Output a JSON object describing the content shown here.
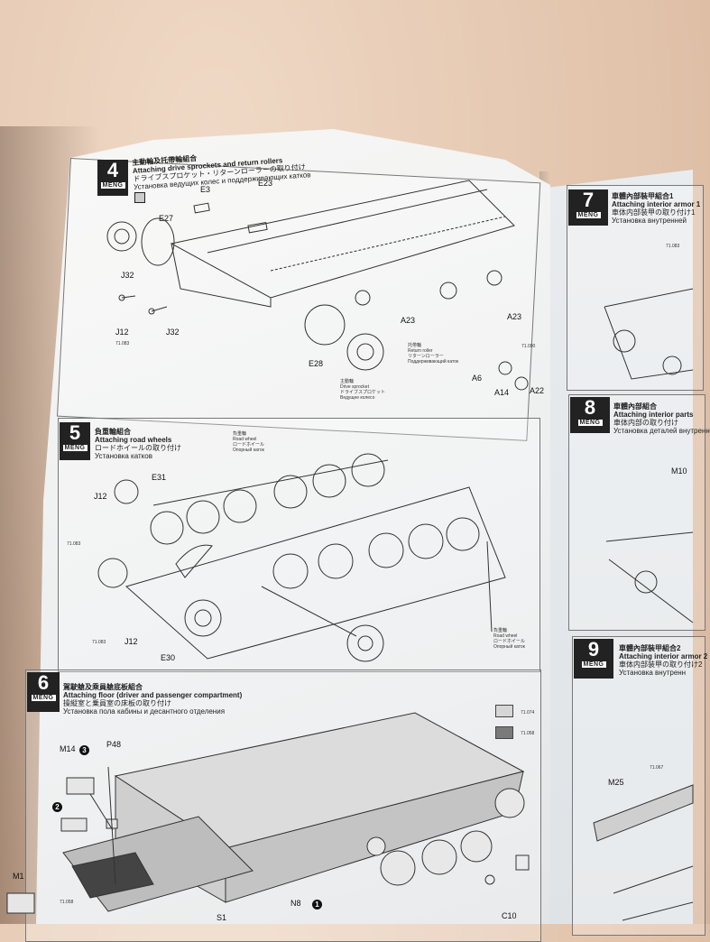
{
  "step4": {
    "number": "4",
    "brand": "MENG",
    "title_cjk": "主動輪及托帶輪組合",
    "title_en": "Attaching drive sprockets and return rollers",
    "title_jp": "ドライブスプロケット・リターンローラーの取り付け",
    "title_ru": "Установка ведущих колес и поддерживающих катков",
    "labels": {
      "e3": "E3",
      "e23": "E23",
      "e27": "E27",
      "j32a": "J32",
      "j32b": "J32",
      "j12": "J12",
      "e28": "E28",
      "a23a": "A23",
      "a23b": "A23",
      "a6": "A6",
      "a14": "A14",
      "a22": "A22"
    },
    "drive_sprocket_cjk": "主動輪",
    "drive_sprocket_en": "Drive sprocket",
    "drive_sprocket_jp": "ドライブスプロケット",
    "drive_sprocket_ru": "Ведущее колесо",
    "return_roller_cjk": "托帶輪",
    "return_roller_en": "Return roller",
    "return_roller_jp": "リターンローラー",
    "return_roller_ru": "Поддерживающий каток"
  },
  "step5": {
    "number": "5",
    "brand": "MENG",
    "title_cjk": "負重輪組合",
    "title_en": "Attaching road wheels",
    "title_jp": "ロードホイールの取り付け",
    "title_ru": "Установка катков",
    "road_wheel_cjk": "負重輪",
    "road_wheel_en": "Road wheel",
    "road_wheel_jp": "ロードホイール",
    "road_wheel_ru": "Опорный каток",
    "labels": {
      "e31": "E31",
      "j12a": "J12",
      "j12b": "J12",
      "e30": "E30"
    }
  },
  "step6": {
    "number": "6",
    "brand": "MENG",
    "title_cjk": "駕駛艙及乘員艙底板組合",
    "title_en": "Attaching floor (driver and passenger compartment)",
    "title_jp": "操縦室と乗員室の床板の取り付け",
    "title_ru": "Установка пола кабины и десантного отделения",
    "labels": {
      "m14": "M14",
      "p48": "P48",
      "m1": "M1",
      "n8": "N8",
      "s1": "S1",
      "c10": "C10"
    },
    "callouts": {
      "m14": "3",
      "n8": "1",
      "two": "2"
    }
  },
  "step7": {
    "number": "7",
    "brand": "MENG",
    "title_cjk": "車體內部裝甲組合1",
    "title_en": "Attaching interior armor 1",
    "title_jp": "車体内部装甲の取り付け1",
    "title_ru": "Установка внутренней"
  },
  "step8": {
    "number": "8",
    "brand": "MENG",
    "title_cjk": "車體內部組合",
    "title_en": "Attaching interior parts",
    "title_jp": "車体内部の取り付け",
    "title_ru": "Установка деталей внутренн",
    "labels": {
      "m10": "M10"
    }
  },
  "step9": {
    "number": "9",
    "brand": "MENG",
    "title_cjk": "車體內部裝甲組合2",
    "title_en": "Attaching interior armor 2",
    "title_jp": "車体内部装甲の取り付け2",
    "title_ru": "Установка внутренн",
    "labels": {
      "m25": "M25"
    }
  },
  "paint_codes": {
    "a": "71.083",
    "b": "71.090",
    "c": "71.074",
    "d": "71.058",
    "e": "71.067"
  }
}
